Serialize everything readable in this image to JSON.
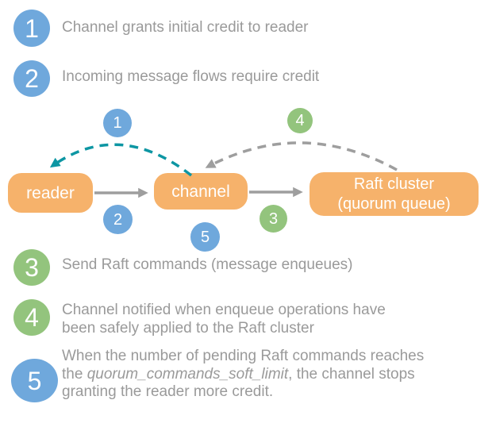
{
  "colors": {
    "blue": "#6FA8DC",
    "green": "#93C47D",
    "orange": "#F6B26B",
    "teal": "#0D96A3",
    "arrow_gray": "#9E9E9E",
    "text_gray": "#9A9A9A"
  },
  "legend": {
    "item1": {
      "number": "1",
      "text": "Channel grants initial credit to reader"
    },
    "item2": {
      "number": "2",
      "text": "Incoming message flows require credit"
    },
    "item3": {
      "number": "3",
      "text": "Send Raft commands (message enqueues)"
    },
    "item4": {
      "number": "4",
      "line1": "Channel notified when enqueue operations have",
      "line2": "been safely applied to the Raft cluster"
    },
    "item5": {
      "number": "5",
      "line1": "When the number of pending Raft commands reaches",
      "line2_before": "the ",
      "line2_italic": "quorum_commands_soft_limit",
      "line2_after": ", the channel stops",
      "line3": "granting the reader more credit."
    }
  },
  "diagram": {
    "nodes": {
      "reader": {
        "label": "reader"
      },
      "channel": {
        "label": "channel"
      },
      "raft": {
        "line1": "Raft cluster",
        "line2": "(quorum queue)"
      }
    },
    "badges": {
      "b1": "1",
      "b2": "2",
      "b3": "3",
      "b4": "4",
      "b5": "5"
    }
  }
}
